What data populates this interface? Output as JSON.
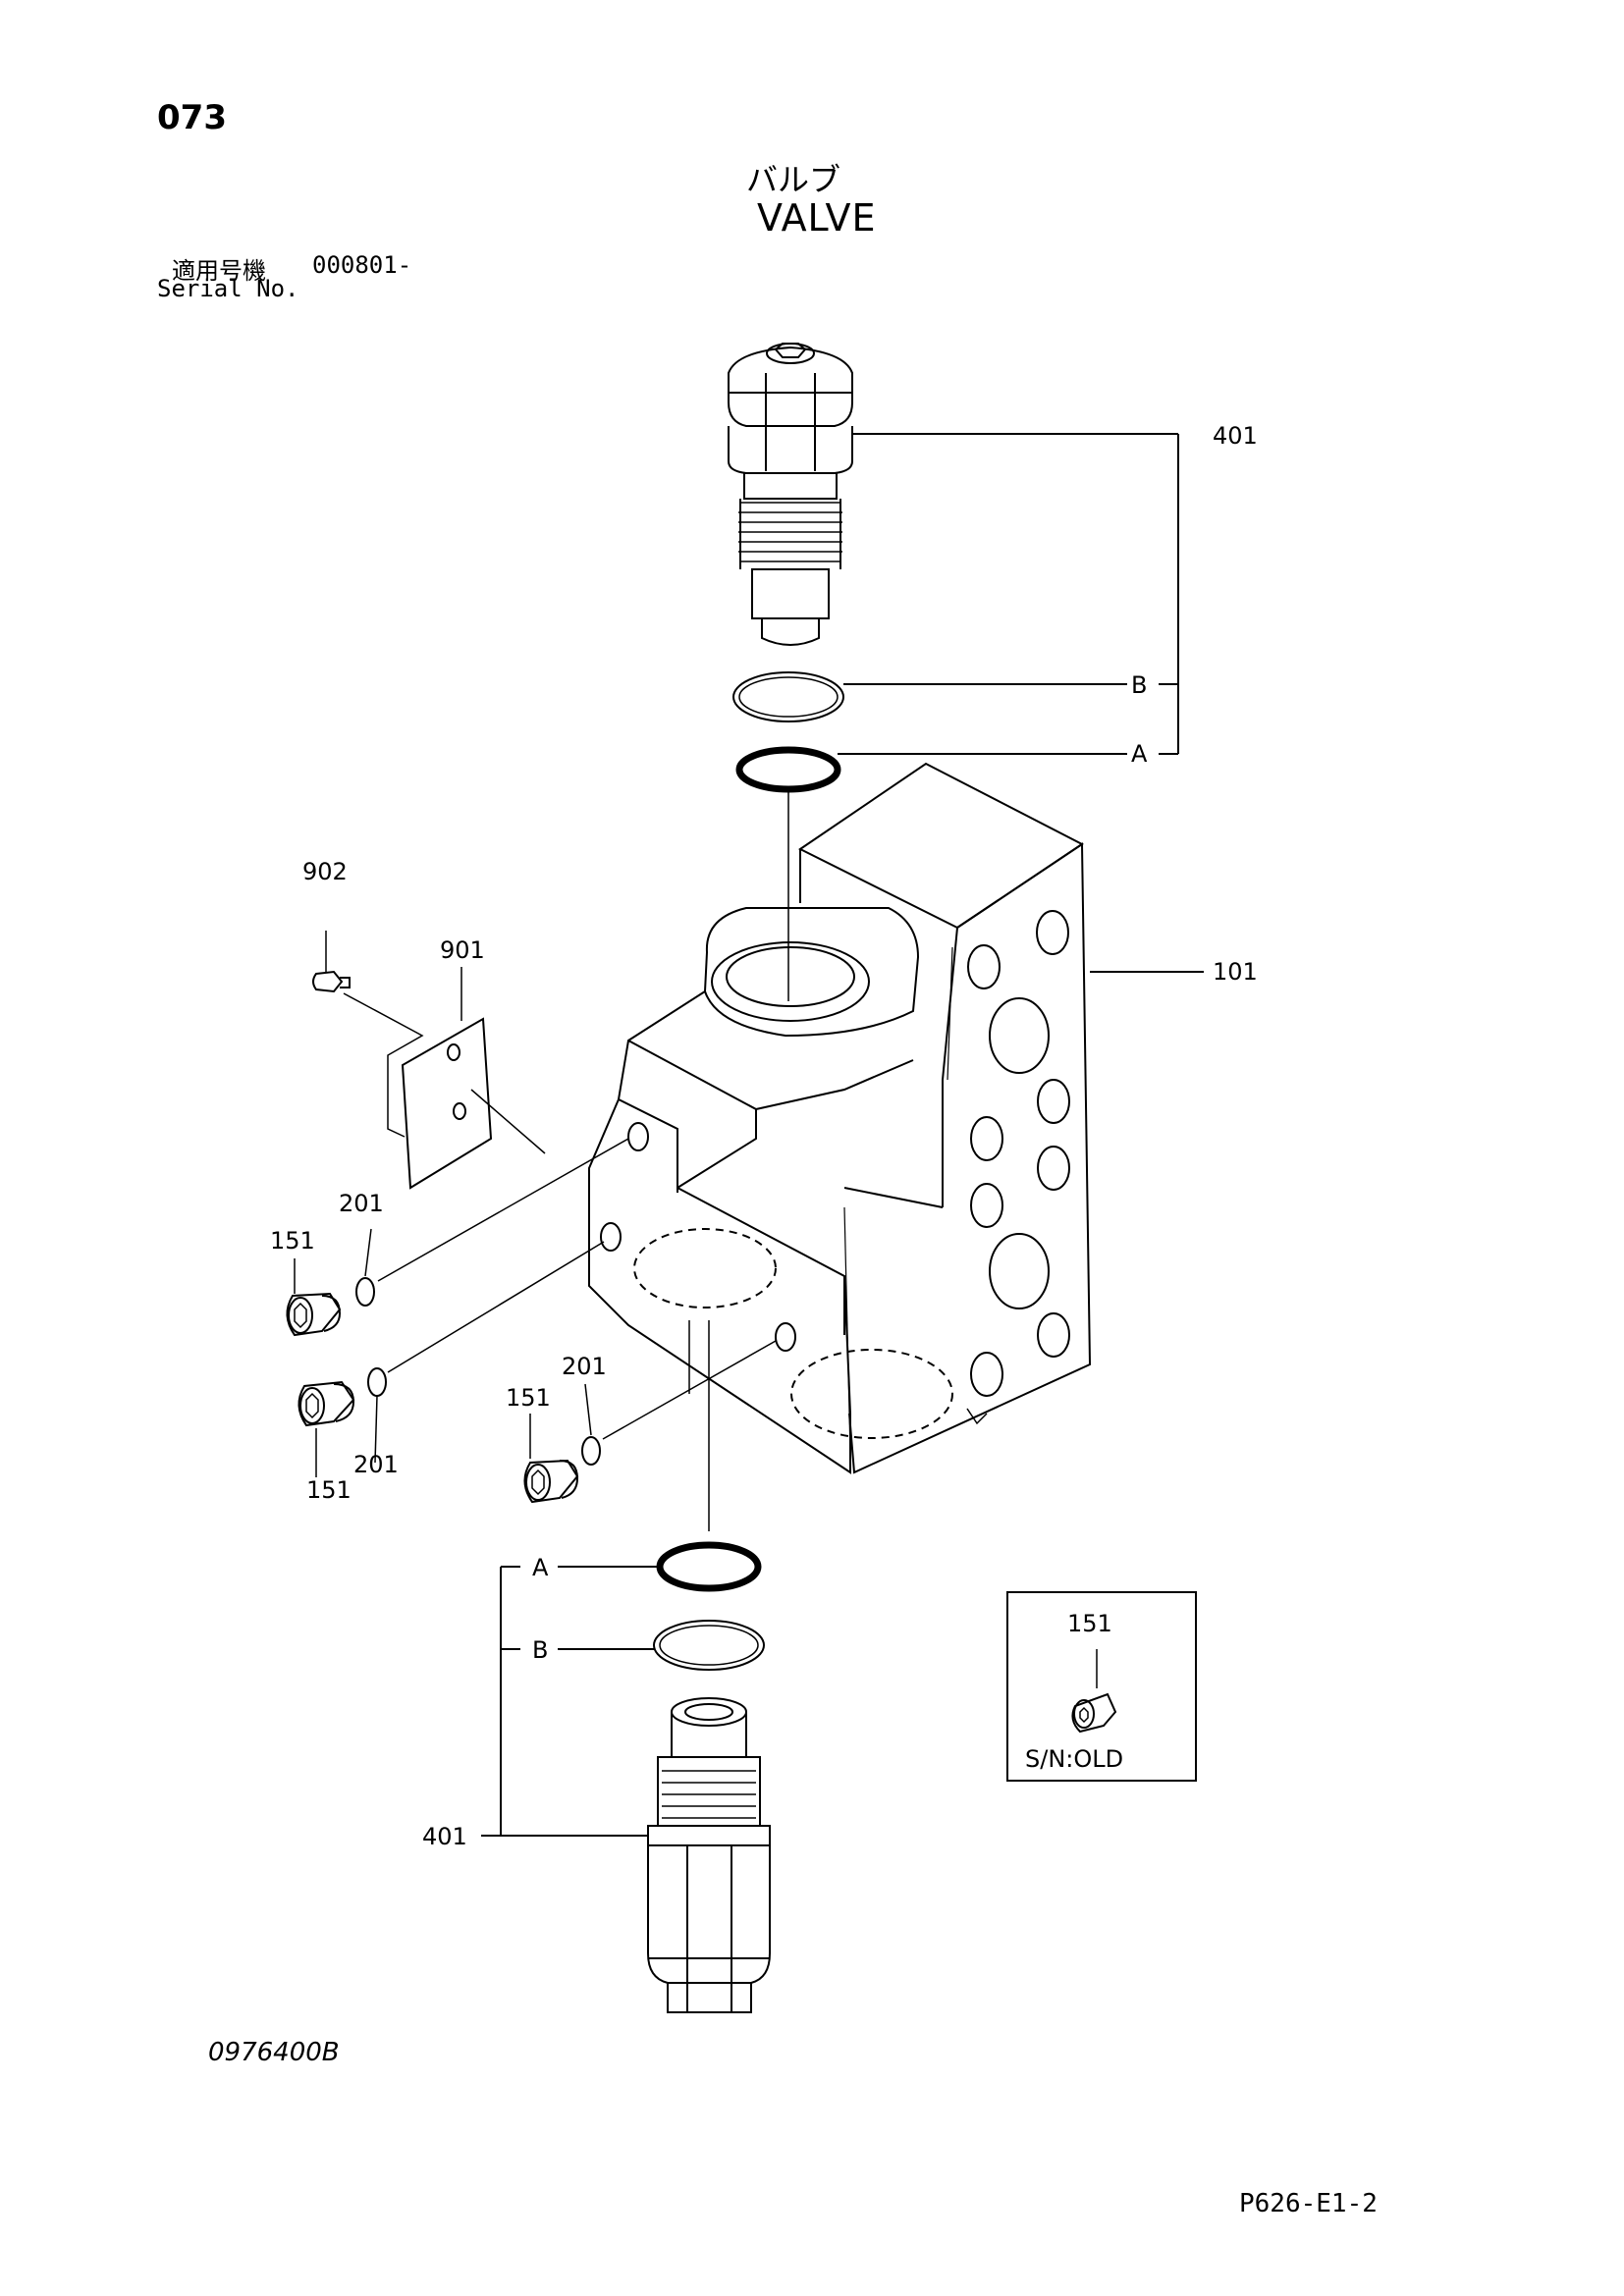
{
  "header": {
    "page_number": "073",
    "title_jp": "バルブ",
    "title_en": "VALVE",
    "serial_label_jp": "適用号機",
    "serial_value": "000801-",
    "serial_label_en": "Serial No."
  },
  "callouts": {
    "relief_valve_top": "401",
    "ring_b_top": "B",
    "ring_a_top": "A",
    "body": "101",
    "screw": "902",
    "plate": "901",
    "oring_upper_left": "201",
    "plug_upper_left": "151",
    "plug_lower_left": "151",
    "oring_lower_left": "201",
    "oring_center": "201",
    "plug_center": "151",
    "ring_a_bottom": "A",
    "ring_b_bottom": "B",
    "relief_valve_bottom": "401"
  },
  "inset": {
    "part_label": "151",
    "caption": "S/N:OLD"
  },
  "footer": {
    "drawing_code": "0976400B",
    "page_code": "P626-E1-2"
  }
}
